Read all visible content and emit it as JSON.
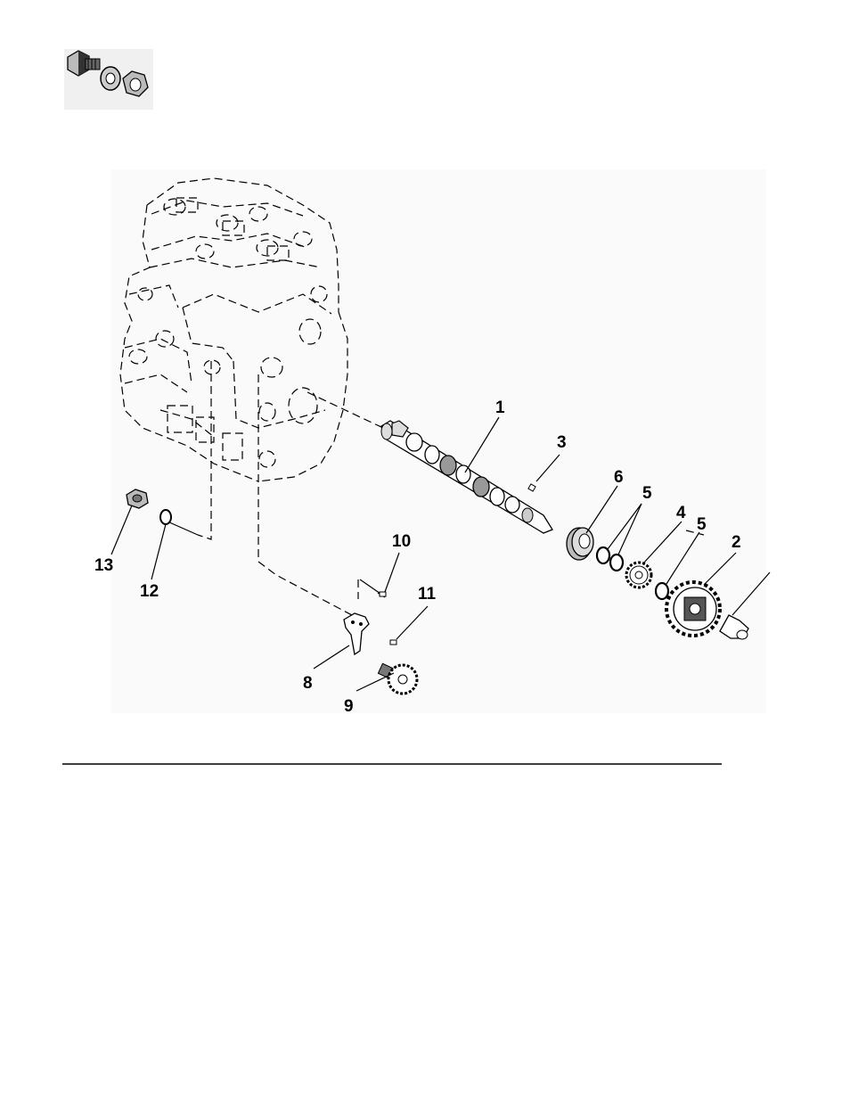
{
  "icon_legend": {
    "icon": "bolt-washer-nut-icon"
  },
  "callouts": [
    "1",
    "2",
    "3",
    "4",
    "5",
    "5",
    "6",
    "8",
    "9",
    "10",
    "11",
    "12",
    "13"
  ],
  "divider": {
    "color": "#000000"
  }
}
